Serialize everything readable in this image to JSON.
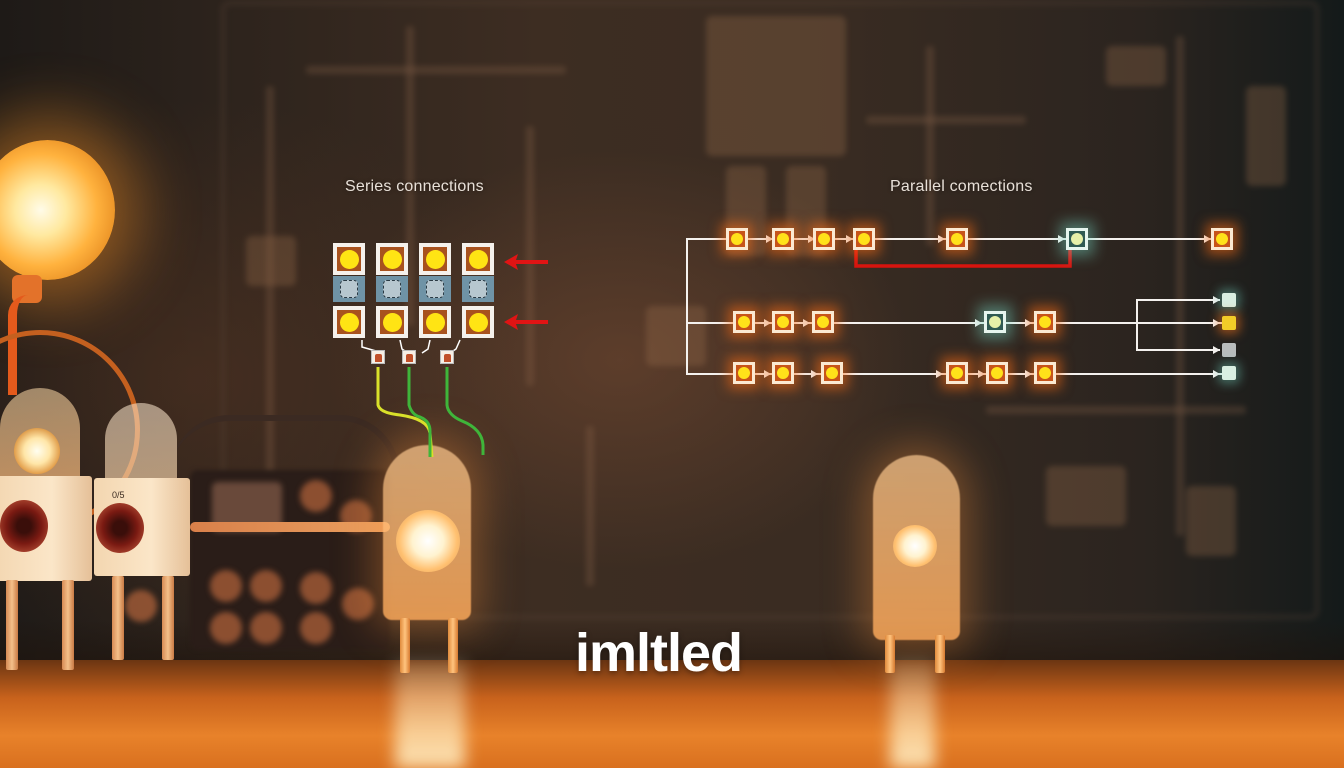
{
  "scene": {
    "description": "Photographic-style illustration of LEDs on a workbench with a circuit board background",
    "colors": {
      "background": "#2e241d",
      "floor_glow": "#e8822a",
      "led_yellow": "#ffe414",
      "chip_orange": "#a8521e",
      "red_arrow": "#e01414",
      "red_bypass_wire": "#d8140f",
      "teal_glow": "#78dcc8",
      "yellow_wire": "#d9e02a",
      "green_wire": "#3fb53a"
    }
  },
  "labels": {
    "series": "Series connections",
    "parallel": "Parallel comections",
    "brand": "imltled"
  },
  "series_diagram": {
    "columns": 4,
    "rows": [
      "led-chip",
      "blue-spacer",
      "led-chip"
    ],
    "arrows": 2,
    "connectors": 3,
    "wires": [
      "yellow",
      "green",
      "green"
    ]
  },
  "parallel_diagram": {
    "rows": [
      {
        "chips": [
          "orange",
          "orange",
          "orange",
          "orange",
          "orange",
          "teal",
          "orange"
        ],
        "bypass": "red"
      },
      {
        "chips": [
          "orange",
          "orange",
          "orange",
          "teal",
          "orange"
        ],
        "branches": 3
      },
      {
        "chips": [
          "orange",
          "orange",
          "orange",
          "orange",
          "orange",
          "orange"
        ]
      }
    ],
    "end_terminals": [
      "mint",
      "yellow",
      "gray",
      "mint"
    ]
  }
}
